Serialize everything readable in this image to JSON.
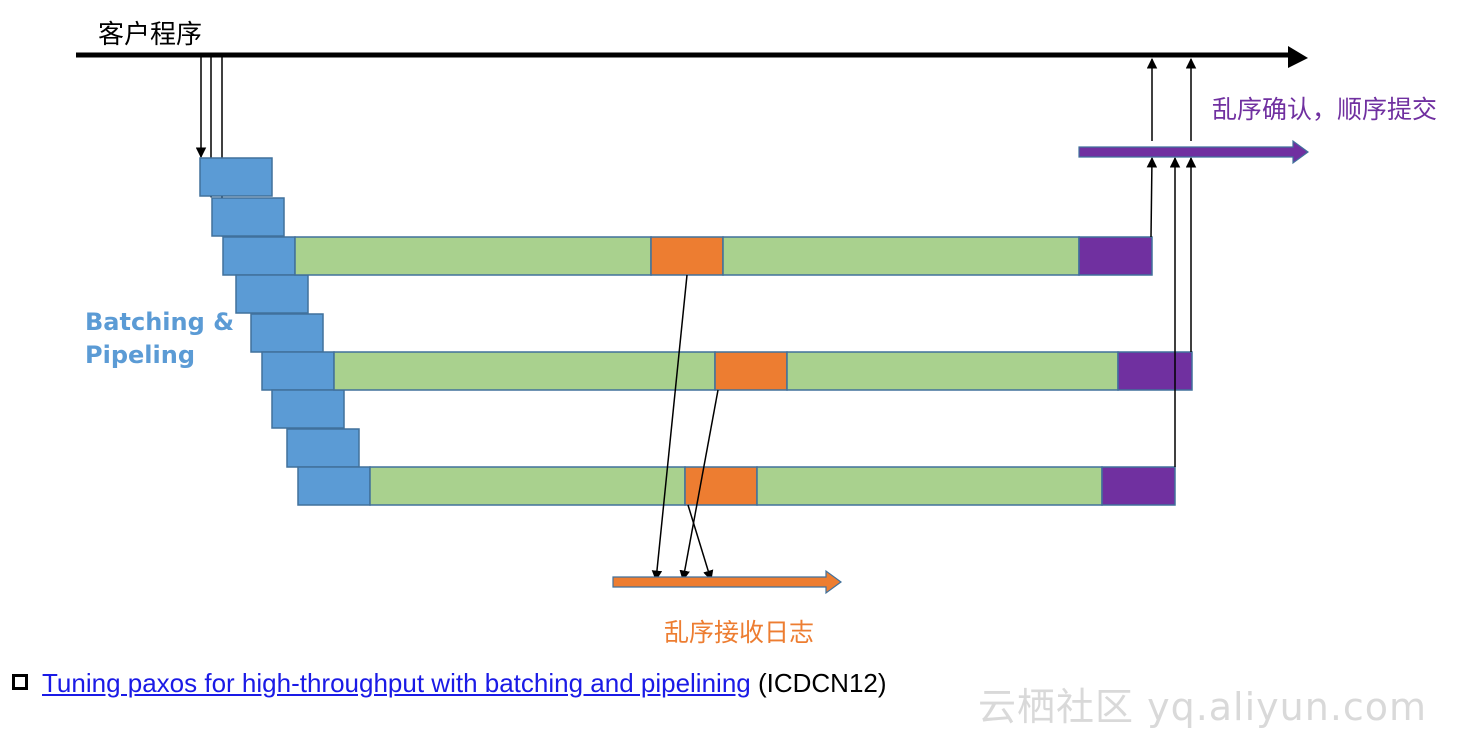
{
  "labels": {
    "client": "客户程序",
    "batching_line1": "Batching &",
    "batching_line2": "Pipeling",
    "commit": "乱序确认，顺序提交",
    "log": "乱序接收日志"
  },
  "reference": {
    "link_text": "Tuning paxos for high-throughput with batching and pipelining",
    "suffix": " (ICDCN12)"
  },
  "watermark": "云栖社区 yq.aliyun.com",
  "colors": {
    "batch_blue": "#5b9bd5",
    "pipeline_green": "#a9d18e",
    "log_orange": "#ed7d31",
    "commit_purple": "#7030a0",
    "client_arrow": "#000000",
    "reference_link": "#1a1ae6"
  }
}
